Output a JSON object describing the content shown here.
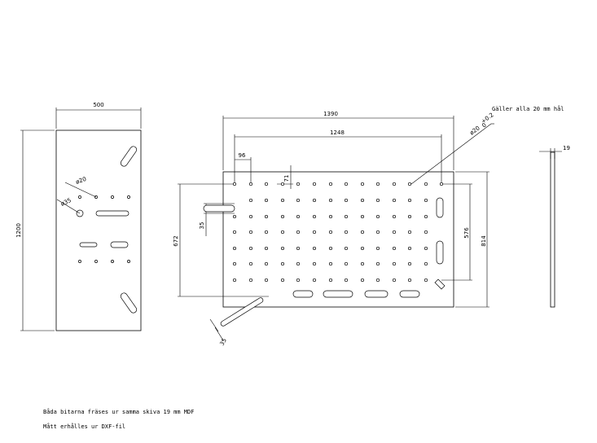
{
  "drawing": {
    "left_plate": {
      "width_label": "500",
      "height_label": "1200",
      "hole_label_small": "ø20",
      "hole_label_large": "ø35"
    },
    "main_plate": {
      "overall_width_label": "1390",
      "inner_width_label": "1248",
      "pitch_label": "96",
      "offset_label": "71",
      "height_label": "672",
      "slot_label": "35",
      "right_height_label": "576",
      "overall_height_label": "814",
      "angled_slot_label": "35",
      "hole_dia_label": "ø20",
      "hole_tol_upper": "+0.2",
      "hole_tol_lower": "0",
      "hole_note": "Gäller alla 20 mm hål"
    },
    "side_view": {
      "thickness_label": "19"
    }
  },
  "notes": {
    "line1": "Båda bitarna fräses ur samma skiva 19 mm MDF",
    "line2": "Mått erhålles ur DXF-fil"
  }
}
